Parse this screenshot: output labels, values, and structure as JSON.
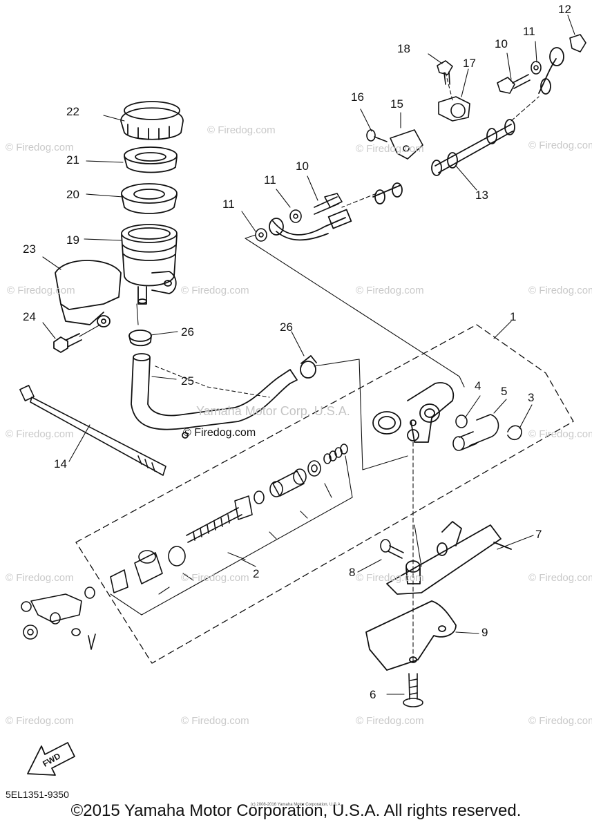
{
  "watermark": "© Firedog.com",
  "watermark_center": "Yamaha Motor Corp, U.S.A.",
  "callouts": [
    "1",
    "2",
    "3",
    "4",
    "5",
    "6",
    "7",
    "8",
    "9",
    "10",
    "10",
    "11",
    "11",
    "11",
    "12",
    "13",
    "14",
    "15",
    "16",
    "17",
    "18",
    "19",
    "20",
    "21",
    "22",
    "23",
    "24",
    "25",
    "26",
    "26"
  ],
  "fwd_label": "FWD",
  "diagram_code": "5EL1351-9350",
  "copyright": "©2015 Yamaha Motor Corporation, U.S.A. All rights reserved.",
  "fine_print": "(c) 2008-2016 Yamaha Motor Corporation, U.S.A."
}
